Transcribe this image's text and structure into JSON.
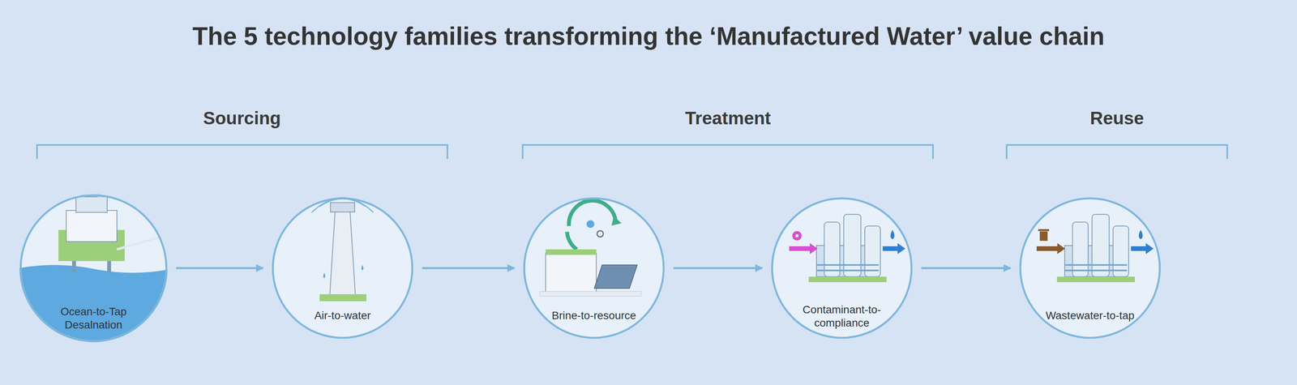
{
  "diagram": {
    "title": "The 5 technology families transforming the ‘Manufactured Water’ value chain",
    "nodes": [
      {
        "text": [
          "Ocean-to-Tap Desalnation"
        ]
      },
      {
        "text": [
          "Air-to-water"
        ]
      },
      {
        "text": [
          "Brine-to-resource"
        ]
      },
      {
        "text": [
          "Contaminant-to-compliance"
        ]
      },
      {
        "text": [
          "Wastewater-to-tap"
        ]
      }
    ],
    "edges": [
      {
        "from": 0,
        "to": 1,
        "arrow": "to"
      },
      {
        "from": 1,
        "to": 2,
        "arrow": "to"
      },
      {
        "from": 2,
        "to": 3,
        "arrow": "to"
      },
      {
        "from": 3,
        "to": 4,
        "arrow": "to"
      }
    ],
    "labels": [
      "Sourcing",
      "Treatment",
      "Reuse"
    ]
  }
}
